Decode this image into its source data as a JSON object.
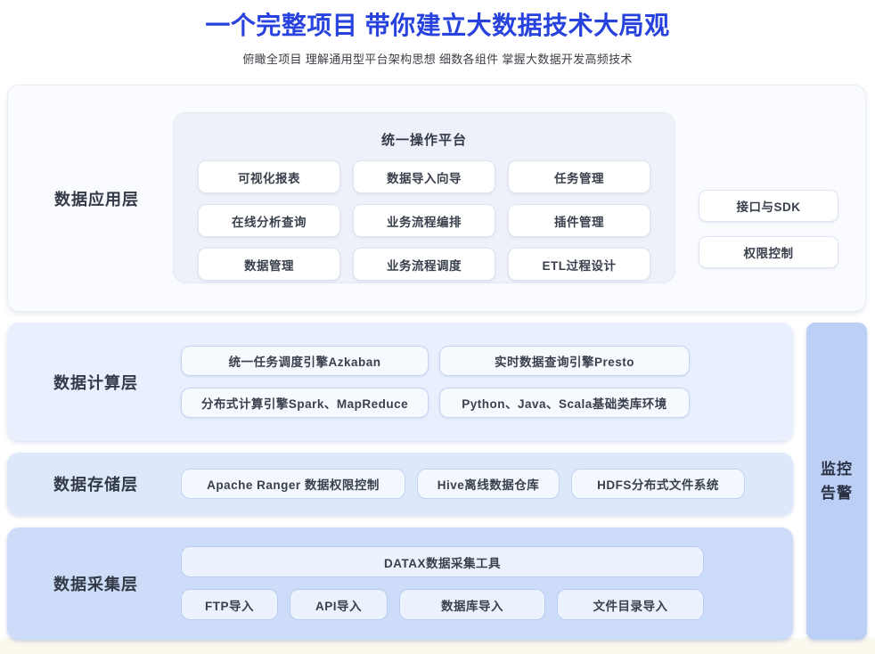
{
  "header": {
    "title": "一个完整项目 带你建立大数据技术大局观",
    "subtitle": "俯瞰全项目 理解通用型平台架构思想 细数各组件 掌握大数据开发高频技术"
  },
  "colors": {
    "title_blue": "#2742dd",
    "app_layer_bg": "#fafbfe",
    "platform_bg": "#eef1f9",
    "compute_layer_bg": "#e9effc",
    "storage_layer_bg": "#dde8fa",
    "collection_layer_bg": "#cddcf8",
    "monitor_bar_bg": "#bccff5",
    "text_dark": "#333a47"
  },
  "layers": {
    "application": {
      "label": "数据应用层",
      "platform": {
        "title": "统一操作平台",
        "buttons": [
          "可视化报表",
          "数据导入向导",
          "任务管理",
          "在线分析查询",
          "业务流程编排",
          "插件管理",
          "数据管理",
          "业务流程调度",
          "ETL过程设计"
        ]
      },
      "side_buttons": [
        "接口与SDK",
        "权限控制"
      ]
    },
    "compute": {
      "label": "数据计算层",
      "buttons": [
        "统一任务调度引擎Azkaban",
        "实时数据查询引擎Presto",
        "分布式计算引擎Spark、MapReduce",
        "Python、Java、Scala基础类库环境"
      ]
    },
    "storage": {
      "label": "数据存储层",
      "buttons": [
        "Apache Ranger 数据权限控制",
        "Hive离线数据仓库",
        "HDFS分布式文件系统"
      ]
    },
    "collection": {
      "label": "数据采集层",
      "wide_button": "DATAX数据采集工具",
      "buttons": [
        "FTP导入",
        "API导入",
        "数据库导入",
        "文件目录导入"
      ]
    },
    "monitor": {
      "label_lines": [
        "监控",
        "告警"
      ]
    }
  }
}
